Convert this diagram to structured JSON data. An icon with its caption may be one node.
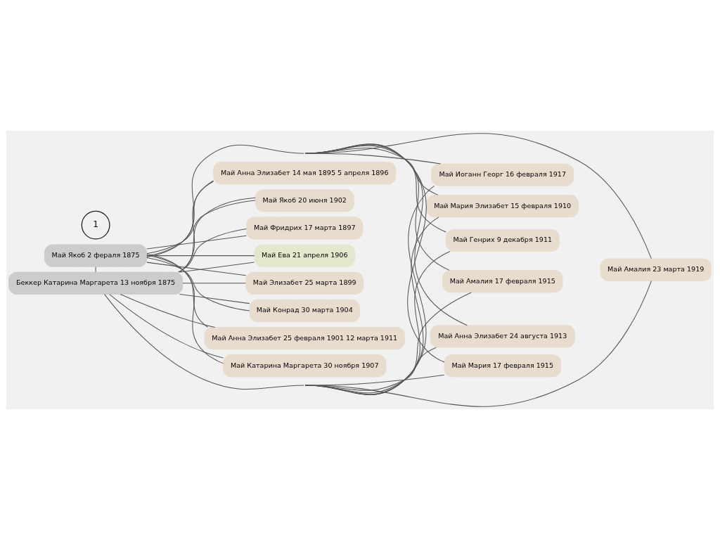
{
  "diagram": {
    "nodes": [
      {
        "text": [
          "Май Якоб 2 фераля 1875"
        ]
      },
      {
        "text": [
          "Беккер Катарина Маргарета 13 ноября 1875"
        ]
      },
      {
        "text": [
          "Май Анна Элизабет 14 мая 1895 5 апреля 1896"
        ]
      },
      {
        "text": [
          "Май Мария Элизабет 15 февраля 1910"
        ]
      },
      {
        "text": [
          "Май Фридрих 17 марта 1897"
        ]
      },
      {
        "text": [
          "Май Генрих 9 декабря 1911"
        ]
      },
      {
        "text": [
          "Май Элизабет 25 марта 1899"
        ]
      },
      {
        "text": [
          "Май Анна Элизабет 24 августа 1913"
        ]
      },
      {
        "text": [
          "Май Анна Элизабет 25 февраля 1901 12 марта 1911"
        ]
      },
      {
        "text": [
          "Май Амалия 23 марта 1919"
        ]
      },
      {
        "text": [
          "Май Якоб 20 июня 1902"
        ]
      },
      {
        "text": [
          "Май Амалия 17 февраля 1915"
        ]
      },
      {
        "text": [
          "Май Конрад 30 марта 1904"
        ]
      },
      {
        "text": [
          "Май Мария 17 февраля 1915"
        ]
      },
      {
        "text": [
          "Май Ева 21 апреля 1906"
        ]
      },
      {
        "text": [
          "Май Иоганн Георг 16 февраля 1917"
        ]
      },
      {
        "text": [
          "Май Катарина Маргарета 30 ноября 1907"
        ]
      },
      {
        "text": [
          "1"
        ]
      }
    ],
    "edges": [
      {
        "from": 0,
        "to": 1,
        "arrow": "none"
      },
      {
        "from": 0,
        "to": 2,
        "arrow": "none"
      },
      {
        "from": 1,
        "to": 2,
        "arrow": "none"
      },
      {
        "from": 0,
        "to": 3,
        "arrow": "none"
      },
      {
        "from": 1,
        "to": 3,
        "arrow": "none"
      },
      {
        "from": 0,
        "to": 4,
        "arrow": "none"
      },
      {
        "from": 1,
        "to": 4,
        "arrow": "none"
      },
      {
        "from": 0,
        "to": 5,
        "arrow": "none"
      },
      {
        "from": 1,
        "to": 5,
        "arrow": "none"
      },
      {
        "from": 0,
        "to": 6,
        "arrow": "none"
      },
      {
        "from": 1,
        "to": 6,
        "arrow": "none"
      },
      {
        "from": 0,
        "to": 7,
        "arrow": "none"
      },
      {
        "from": 1,
        "to": 7,
        "arrow": "none"
      },
      {
        "from": 0,
        "to": 8,
        "arrow": "none"
      },
      {
        "from": 1,
        "to": 8,
        "arrow": "none"
      },
      {
        "from": 0,
        "to": 9,
        "arrow": "none"
      },
      {
        "from": 1,
        "to": 9,
        "arrow": "none"
      },
      {
        "from": 0,
        "to": 10,
        "arrow": "none"
      },
      {
        "from": 1,
        "to": 10,
        "arrow": "none"
      },
      {
        "from": 0,
        "to": 11,
        "arrow": "none"
      },
      {
        "from": 1,
        "to": 11,
        "arrow": "none"
      },
      {
        "from": 0,
        "to": 12,
        "arrow": "none"
      },
      {
        "from": 1,
        "to": 12,
        "arrow": "none"
      },
      {
        "from": 0,
        "to": 13,
        "arrow": "none"
      },
      {
        "from": 1,
        "to": 13,
        "arrow": "none"
      },
      {
        "from": 0,
        "to": 14,
        "arrow": "none"
      },
      {
        "from": 1,
        "to": 14,
        "arrow": "none"
      },
      {
        "from": 0,
        "to": 15,
        "arrow": "none"
      },
      {
        "from": 1,
        "to": 15,
        "arrow": "none"
      },
      {
        "from": 0,
        "to": 16,
        "arrow": "none"
      },
      {
        "from": 1,
        "to": 16,
        "arrow": "none"
      }
    ]
  }
}
